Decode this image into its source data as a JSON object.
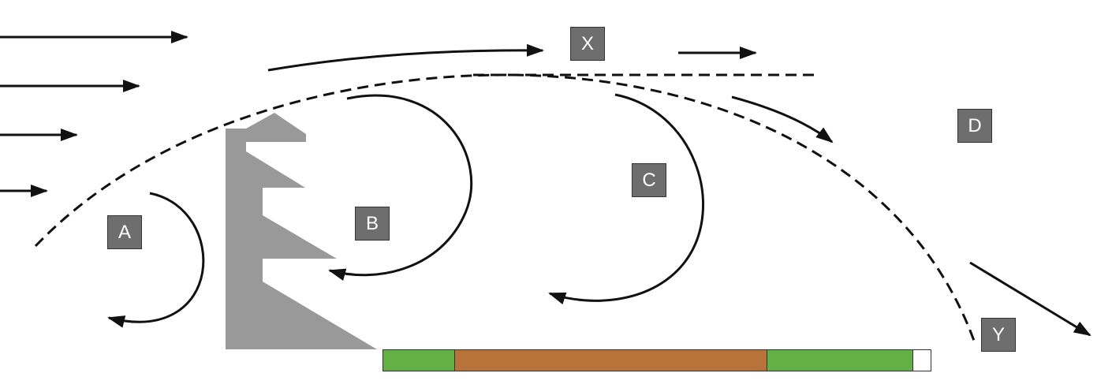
{
  "labels": {
    "x": "X",
    "a": "A",
    "b": "B",
    "c": "C",
    "d": "D",
    "y": "Y"
  },
  "colors": {
    "building": "#999999",
    "label_fill": "#6e6e6e",
    "green": "#62b046",
    "brown": "#b8733a",
    "white": "#ffffff",
    "line": "#111111"
  },
  "ground_strip": [
    {
      "name": "green-zone-near",
      "color": "#62b046"
    },
    {
      "name": "brown-zone",
      "color": "#b8733a"
    },
    {
      "name": "green-zone-far",
      "color": "#62b046"
    },
    {
      "name": "white-zone",
      "color": "#ffffff"
    }
  ]
}
